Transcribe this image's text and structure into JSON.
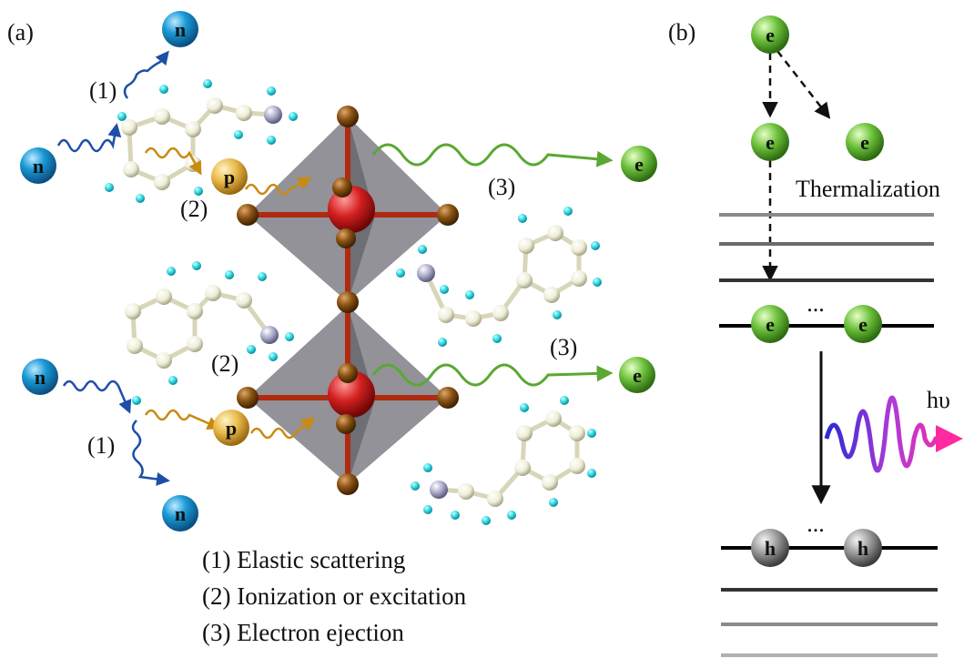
{
  "panels": {
    "a_label": "(a)",
    "b_label": "(b)"
  },
  "particles": {
    "neutron": "n",
    "proton": "p",
    "electron": "e",
    "hole": "h"
  },
  "process_marks": {
    "one": "(1)",
    "two": "(2)",
    "three": "(3)"
  },
  "legend": [
    "(1) Elastic scattering",
    "(2) Ionization or excitation",
    "(3) Electron ejection"
  ],
  "panel_b": {
    "thermalization": "Thermalization",
    "ellipsis": "...",
    "photon": "hυ"
  },
  "colors": {
    "neutron": "#1a9ad6",
    "proton": "#e9b94a",
    "electron": "#6cc03a",
    "hole": "#8a8a8a",
    "iodide": "#8a5212",
    "lead": "#d42020",
    "carbon": "#efeed8",
    "hydrogen": "#2fd6e0",
    "nitrogen": "#a8a8c8",
    "octahedron": "#6e6e76",
    "neutron_wave": "#1e4fa8",
    "proton_wave": "#c98a10",
    "electron_wave": "#5aa832"
  }
}
